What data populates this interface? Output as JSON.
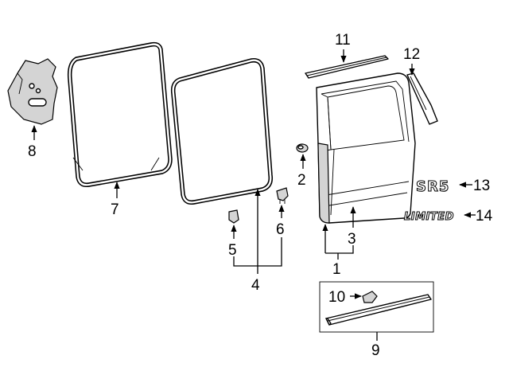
{
  "callouts": [
    "1",
    "2",
    "3",
    "4",
    "5",
    "6",
    "7",
    "8",
    "9",
    "10",
    "11",
    "12",
    "13",
    "14"
  ],
  "emblems": {
    "sr5": "SR5",
    "limited": "LIMITED"
  }
}
